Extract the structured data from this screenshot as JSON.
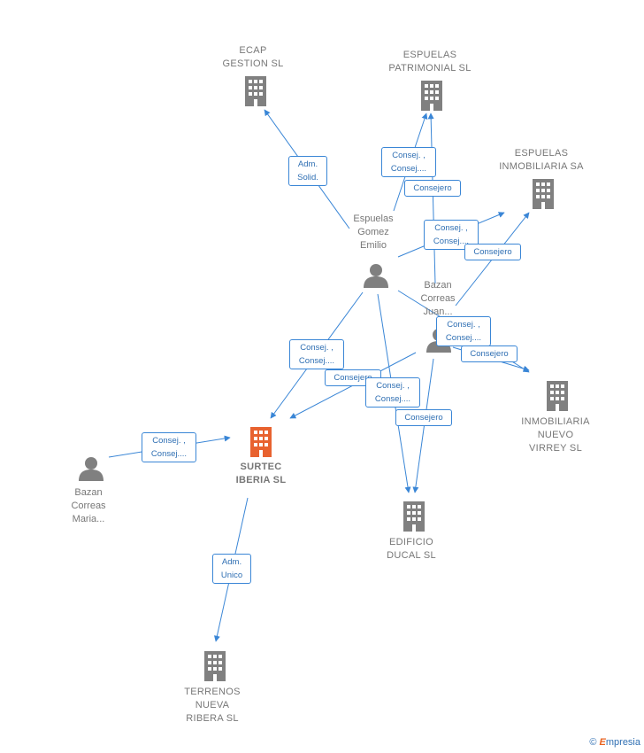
{
  "colors": {
    "edge": "#3a86d6",
    "node_gray": "#808080",
    "node_focus": "#e8622f",
    "label_text": "#777777"
  },
  "nodes": {
    "ecap_gestion": {
      "label": "ECAP\nGESTION  SL",
      "type": "company",
      "icon": "building-icon"
    },
    "espuelas_patrimonial": {
      "label": "ESPUELAS\nPATRIMONIAL SL",
      "type": "company",
      "icon": "building-icon"
    },
    "espuelas_inmobiliaria": {
      "label": "ESPUELAS\nINMOBILIARIA SA",
      "type": "company",
      "icon": "building-icon"
    },
    "espuelas_gomez": {
      "label": "Espuelas\nGomez\nEmilio",
      "type": "person",
      "icon": "person-icon"
    },
    "bazan_juan": {
      "label": "Bazan\nCorreas\nJuan...",
      "type": "person",
      "icon": "person-icon"
    },
    "inmobiliaria_nuevo": {
      "label": "INMOBILIARIA\nNUEVO\nVIRREY SL",
      "type": "company",
      "icon": "building-icon"
    },
    "surtec": {
      "label": "SURTEC\nIBERIA  SL",
      "type": "company-focus",
      "icon": "building-icon"
    },
    "bazan_maria": {
      "label": "Bazan\nCorreas\nMaria...",
      "type": "person",
      "icon": "person-icon"
    },
    "edificio_ducal": {
      "label": "EDIFICIO\nDUCAL SL",
      "type": "company",
      "icon": "building-icon"
    },
    "terrenos": {
      "label": "TERRENOS\nNUEVA\nRIBERA  SL",
      "type": "company",
      "icon": "building-icon"
    }
  },
  "edge_labels": {
    "adm_solid": "Adm.\nSolid.",
    "consej_patrimonial_1": "Consej. ,\nConsej....",
    "consejero_patrimonial_2": "Consejero",
    "consej_inmob_1": "Consej. ,\nConsej....",
    "consejero_inmob_2": "Consejero",
    "consej_surtec_emilio": "Consej. ,\nConsej....",
    "consejero_surtec_juan": "Consejero",
    "consej_ducal_emilio": "Consej. ,\nConsej....",
    "consej_nuevo_juan": "Consej. ,\nConsej....",
    "consejero_nuevo_juan": "Consejero",
    "consejero_ducal_juan": "Consejero",
    "consej_surtec_maria": "Consej. ,\nConsej....",
    "adm_unico": "Adm.\nUnico"
  },
  "brand": {
    "copyright": "©",
    "name": "mpresia",
    "initial": "E"
  }
}
